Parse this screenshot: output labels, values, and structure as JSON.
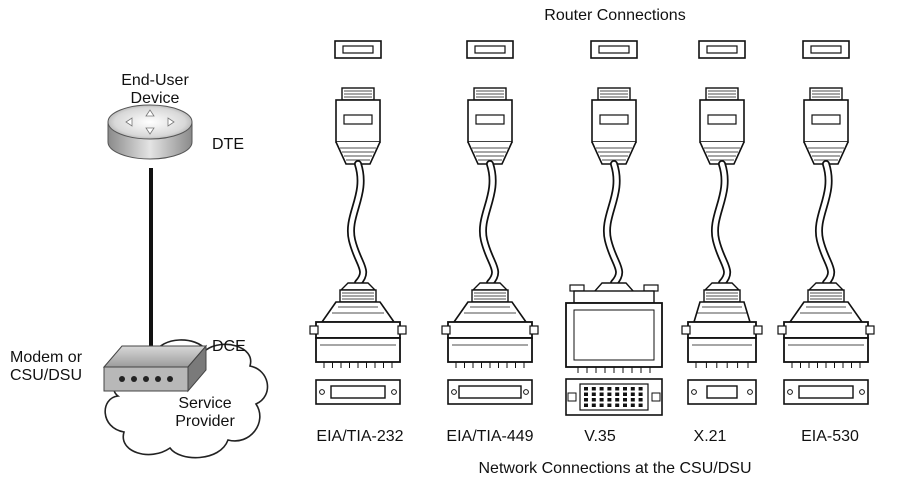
{
  "top_title": "Router Connections",
  "bottom_title": "Network Connections at the CSU/DSU",
  "left": {
    "device_label_line1": "End-User",
    "device_label_line2": "Device",
    "dte_label": "DTE",
    "dce_label": "DCE",
    "modem_label_line1": "Modem or",
    "modem_label_line2": "CSU/DSU",
    "cloud_label_line1": "Service",
    "cloud_label_line2": "Provider",
    "router_icon": "router-icon",
    "modem_icon": "modem-icon",
    "cloud_icon": "cloud-icon"
  },
  "cables": [
    {
      "id": "eia-tia-232",
      "label": "EIA/TIA-232",
      "network_connector": "db25"
    },
    {
      "id": "eia-tia-449",
      "label": "EIA/TIA-449",
      "network_connector": "db37"
    },
    {
      "id": "v35",
      "label": "V.35",
      "network_connector": "m34"
    },
    {
      "id": "x21",
      "label": "X.21",
      "network_connector": "db15"
    },
    {
      "id": "eia-530",
      "label": "EIA-530",
      "network_connector": "db25"
    }
  ],
  "colors": {
    "line": "#111111",
    "router_fill": "#cfcfcf",
    "modem_fill": "#a8a8a8",
    "cloud_fill": "#ffffff"
  }
}
